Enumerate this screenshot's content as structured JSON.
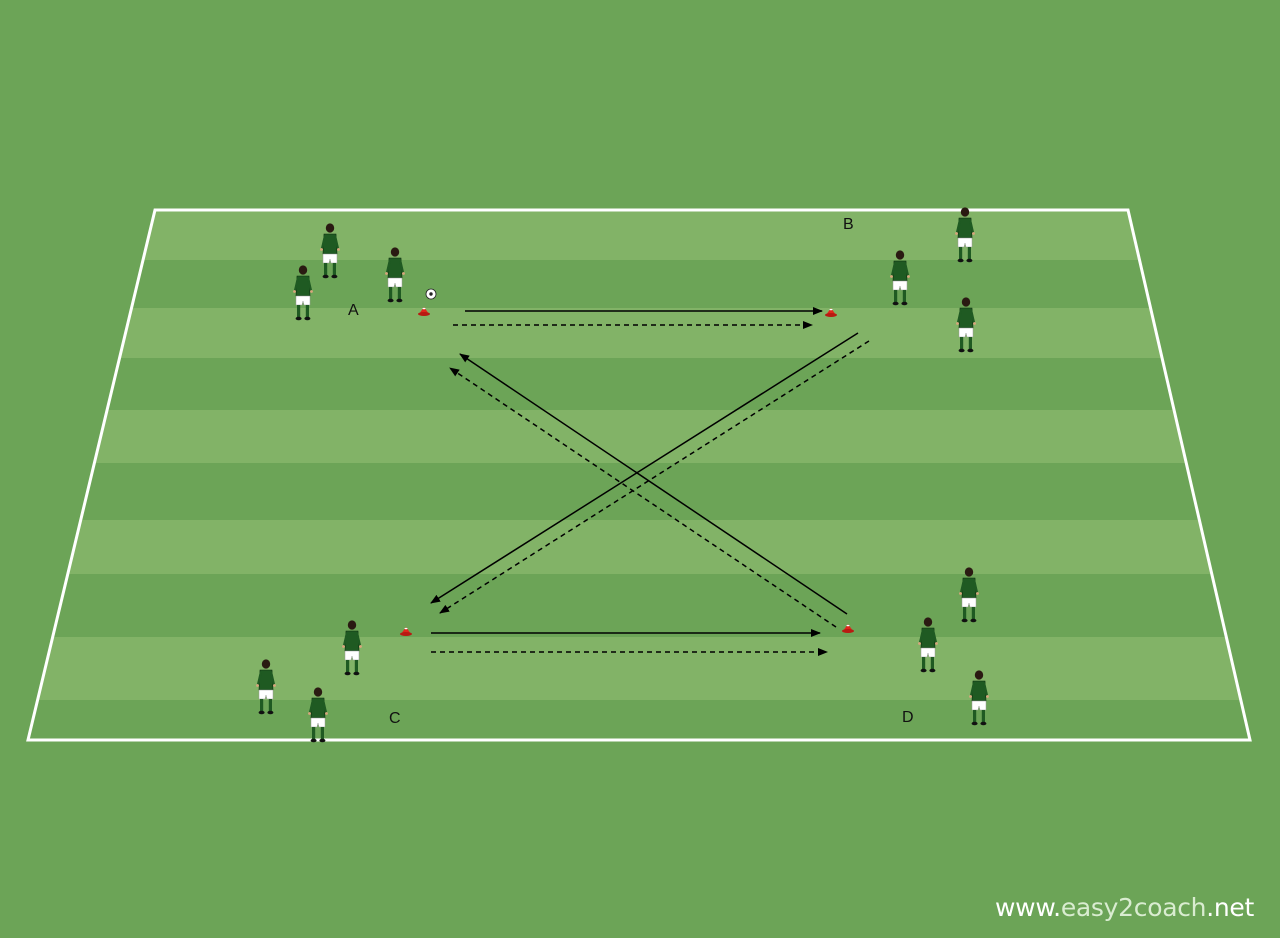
{
  "diagram": {
    "background_color": "#6ca457",
    "pitch_stripe_light": "#82b367",
    "pitch_stripe_dark": "#6ca457",
    "line_color": "#ffffff",
    "player_shirt_color": "#1f5a22",
    "cone_color": "#e0261b",
    "markers": {
      "a": "A",
      "b": "B",
      "c": "C",
      "d": "D"
    },
    "watermark": {
      "prefix": "www.",
      "brand": "easy2coach",
      "suffix": ".net"
    },
    "arrows": [
      {
        "from": "A",
        "to": "B",
        "style": "solid",
        "meaning": "pass"
      },
      {
        "from": "A",
        "to": "B",
        "style": "dashed",
        "meaning": "run"
      },
      {
        "from": "B",
        "to": "C",
        "style": "solid",
        "meaning": "pass"
      },
      {
        "from": "B",
        "to": "C",
        "style": "dashed",
        "meaning": "run"
      },
      {
        "from": "D",
        "to": "A",
        "style": "solid",
        "meaning": "pass"
      },
      {
        "from": "D",
        "to": "A",
        "style": "dashed",
        "meaning": "run"
      },
      {
        "from": "C",
        "to": "D",
        "style": "solid",
        "meaning": "pass"
      },
      {
        "from": "C",
        "to": "D",
        "style": "dashed",
        "meaning": "run"
      }
    ]
  }
}
